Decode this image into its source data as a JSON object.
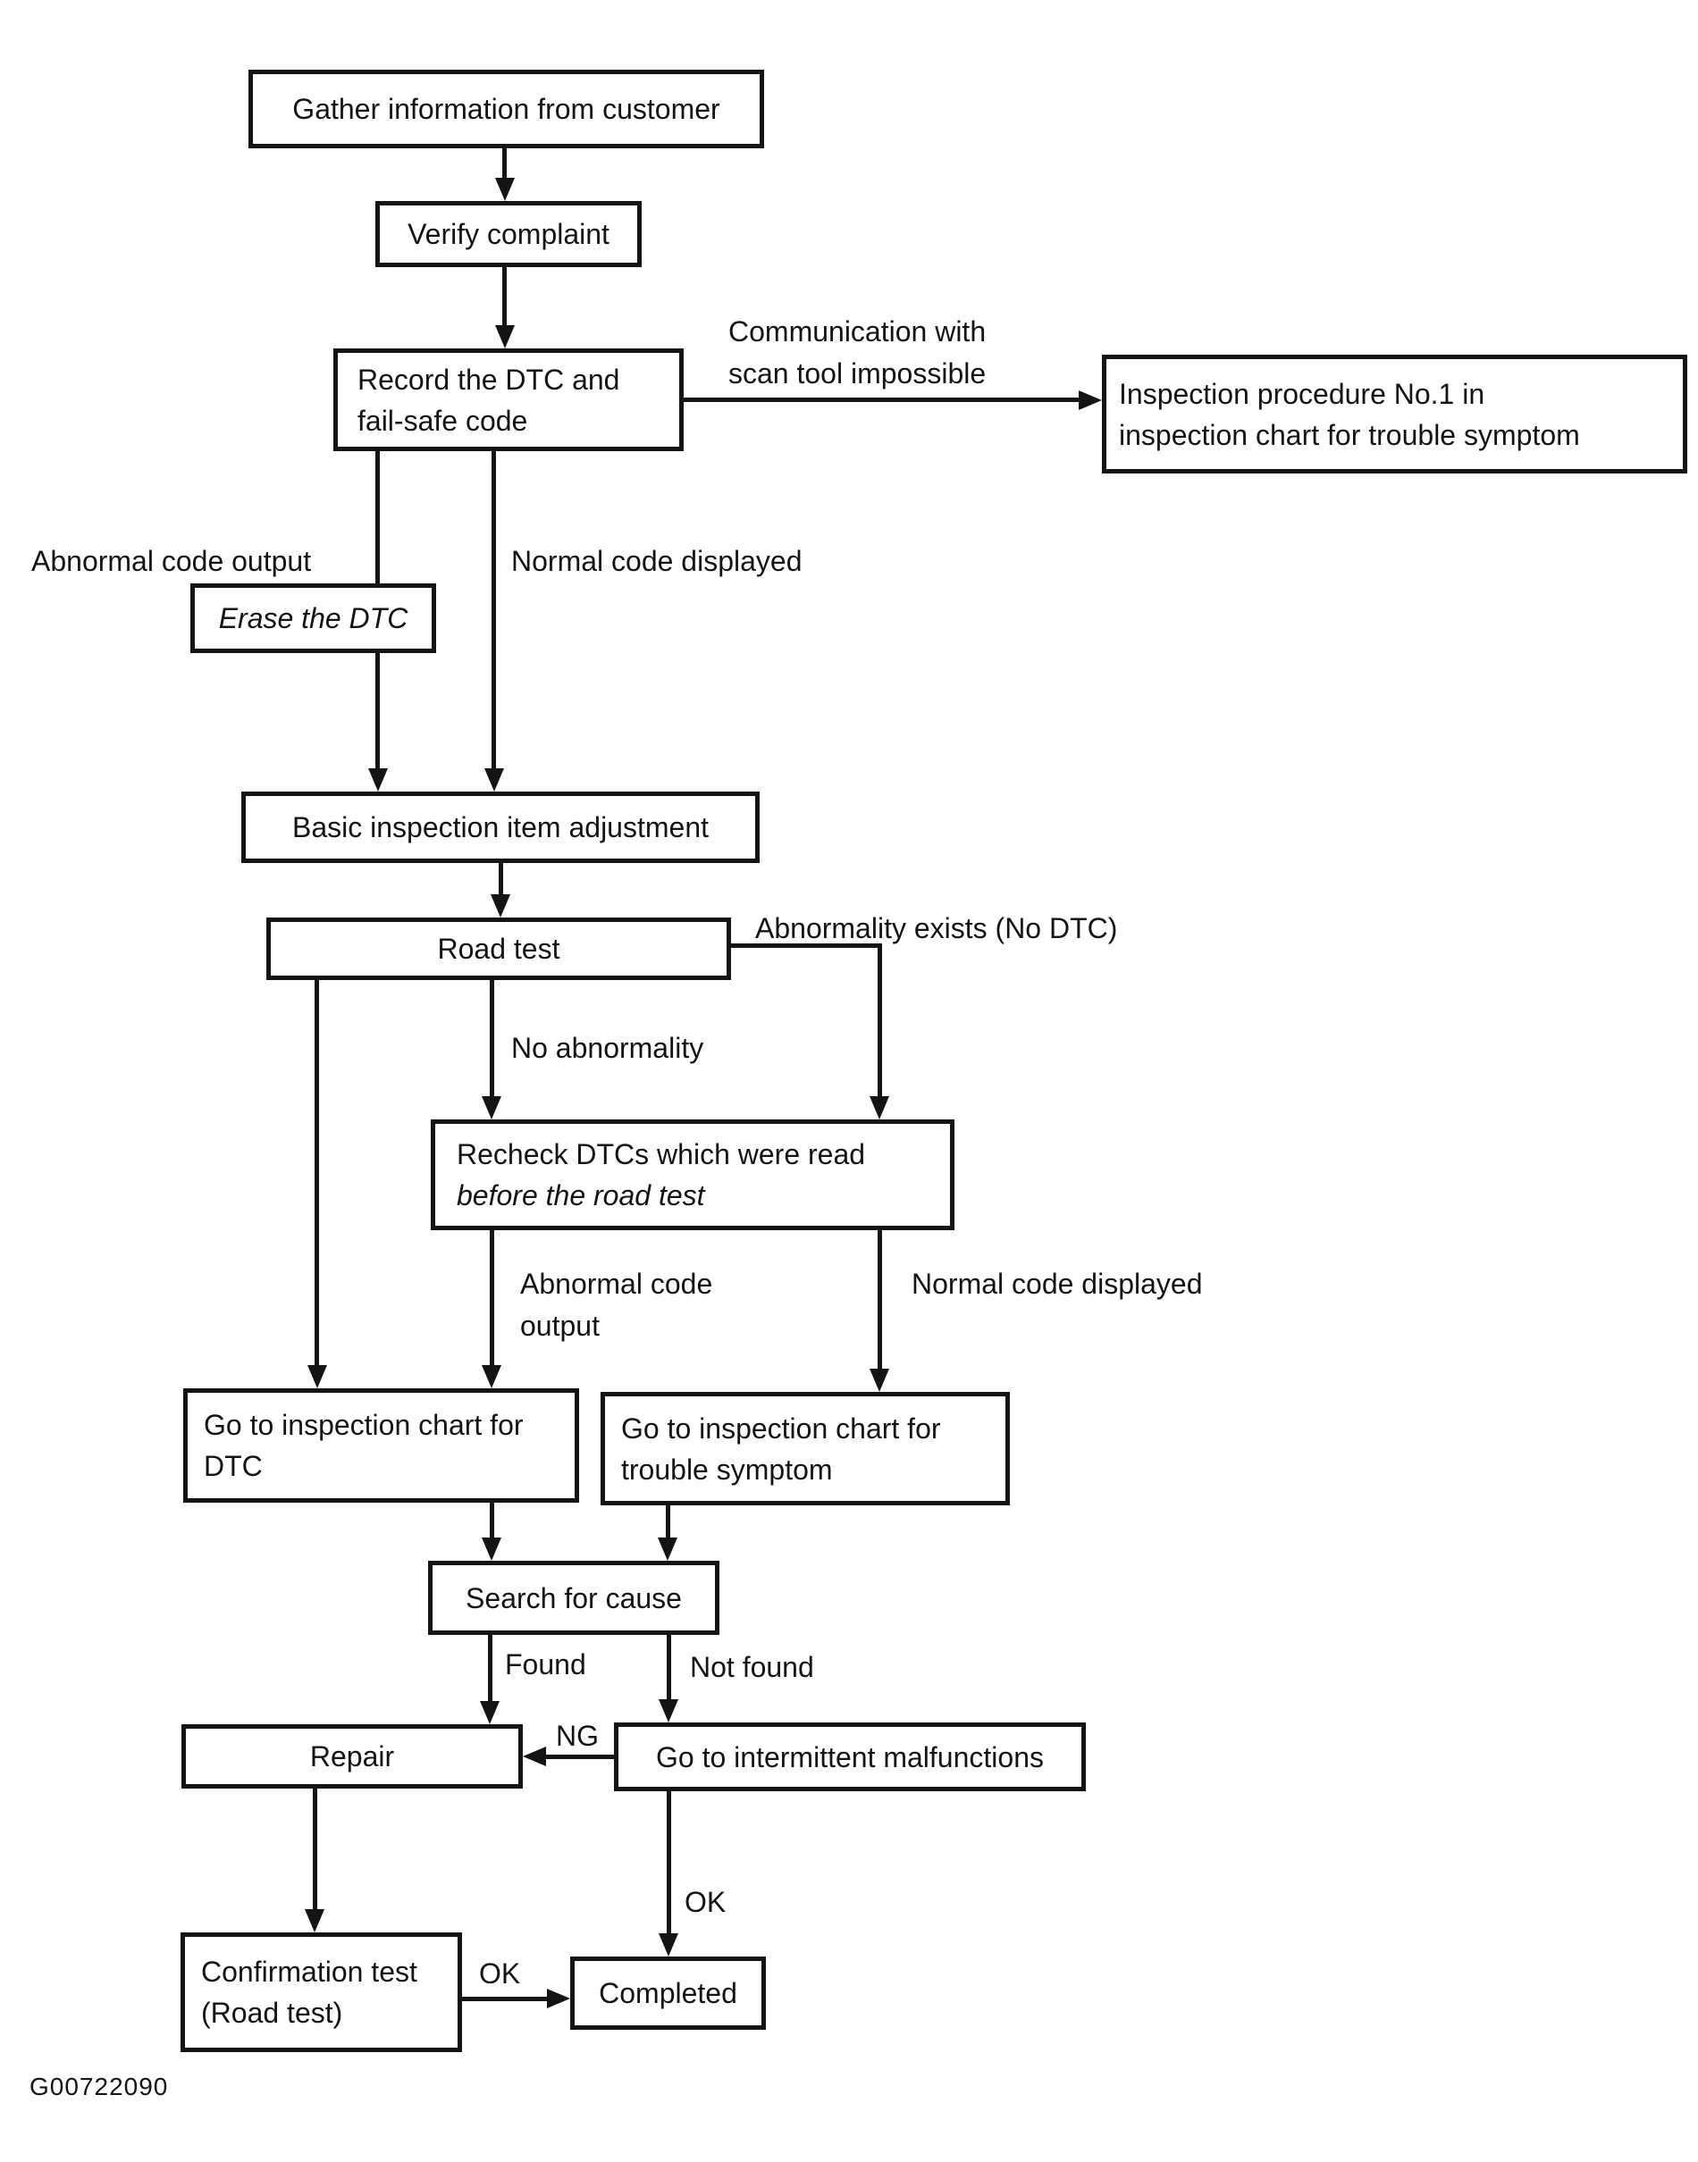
{
  "figure_code": "G00722090",
  "colors": {
    "ink": "#141414",
    "background": "#ffffff",
    "box_fill": "#ffffff"
  },
  "nodes": {
    "gather": {
      "label": "Gather information from customer"
    },
    "verify": {
      "label": "Verify complaint"
    },
    "record": {
      "lines": [
        "Record the DTC and",
        "fail-safe code"
      ]
    },
    "inspection_no1": {
      "lines": [
        "Inspection procedure No.1 in",
        "inspection chart for trouble symptom"
      ]
    },
    "erase": {
      "label": "Erase the DTC"
    },
    "basic": {
      "label": "Basic inspection item adjustment"
    },
    "road_test": {
      "label": "Road test"
    },
    "recheck": {
      "lines": [
        "Recheck DTCs which were read",
        "before the road test"
      ]
    },
    "go_chart_dtc": {
      "lines": [
        "Go to inspection chart for",
        "DTC"
      ]
    },
    "go_chart_trouble": {
      "lines": [
        "Go to inspection chart for",
        "trouble symptom"
      ]
    },
    "search": {
      "label": "Search for cause"
    },
    "repair": {
      "label": "Repair"
    },
    "intermittent": {
      "label": "Go to intermittent malfunctions"
    },
    "confirmation": {
      "lines": [
        "Confirmation test",
        "(Road test)"
      ]
    },
    "completed": {
      "label": "Completed"
    }
  },
  "edge_labels": {
    "communication": {
      "lines": [
        "Communication with",
        "scan tool impossible"
      ]
    },
    "abnormal_code_output_1": {
      "label": "Abnormal code output"
    },
    "normal_code_displayed_1": {
      "label": "Normal code displayed"
    },
    "abnormality_exists": {
      "label": "Abnormality exists (No DTC)"
    },
    "no_abnormality": {
      "label": "No abnormality"
    },
    "abnormal_code_output_2": {
      "lines": [
        "Abnormal code",
        "output"
      ]
    },
    "normal_code_displayed_2": {
      "label": "Normal code displayed"
    },
    "found": {
      "label": "Found"
    },
    "not_found": {
      "label": "Not found"
    },
    "ng": {
      "label": "NG"
    },
    "ok_intermittent": {
      "label": "OK"
    },
    "ok_confirmation": {
      "label": "OK"
    }
  }
}
